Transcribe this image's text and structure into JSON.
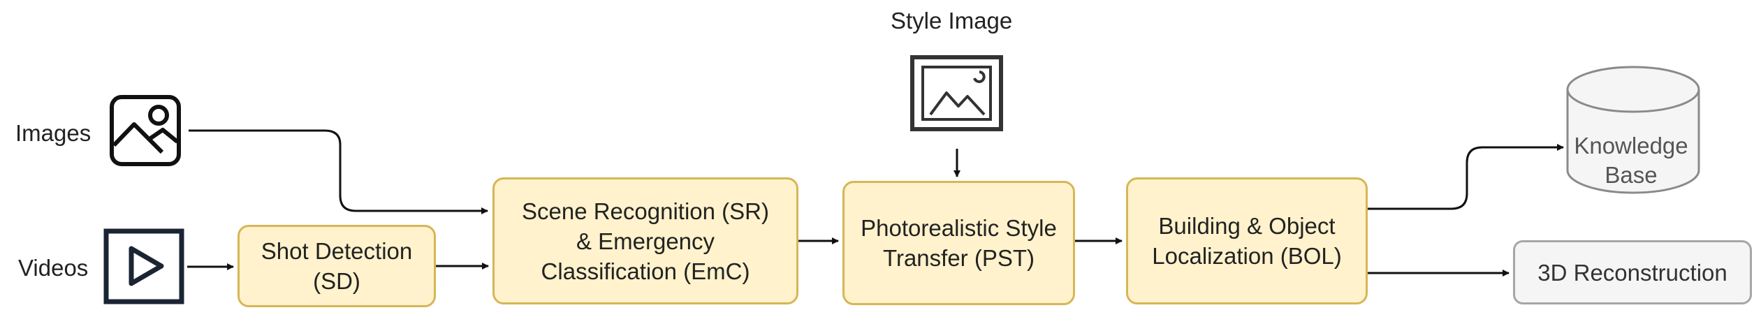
{
  "inputs": {
    "images_label": "Images",
    "videos_label": "Videos",
    "style_label": "Style Image"
  },
  "boxes": {
    "sd": [
      "Shot Detection",
      "(SD)"
    ],
    "sr": [
      "Scene Recognition (SR)",
      "& Emergency",
      "Classification (EmC)"
    ],
    "pst": [
      "Photorealistic Style",
      "Transfer (PST)"
    ],
    "bol": [
      "Building & Object",
      "Localization (BOL)"
    ],
    "reconstruction": "3D Reconstruction"
  },
  "knowledge_base": [
    "Knowledge",
    "Base"
  ],
  "colors": {
    "box_fill": "#fff2cc",
    "box_border": "#d6b656",
    "gray_fill": "#f5f5f5",
    "gray_border": "#a6a6a6",
    "arrow": "#111111"
  },
  "icons": [
    "image-icon",
    "video-play-icon",
    "style-image-icon",
    "database-cylinder-icon"
  ]
}
